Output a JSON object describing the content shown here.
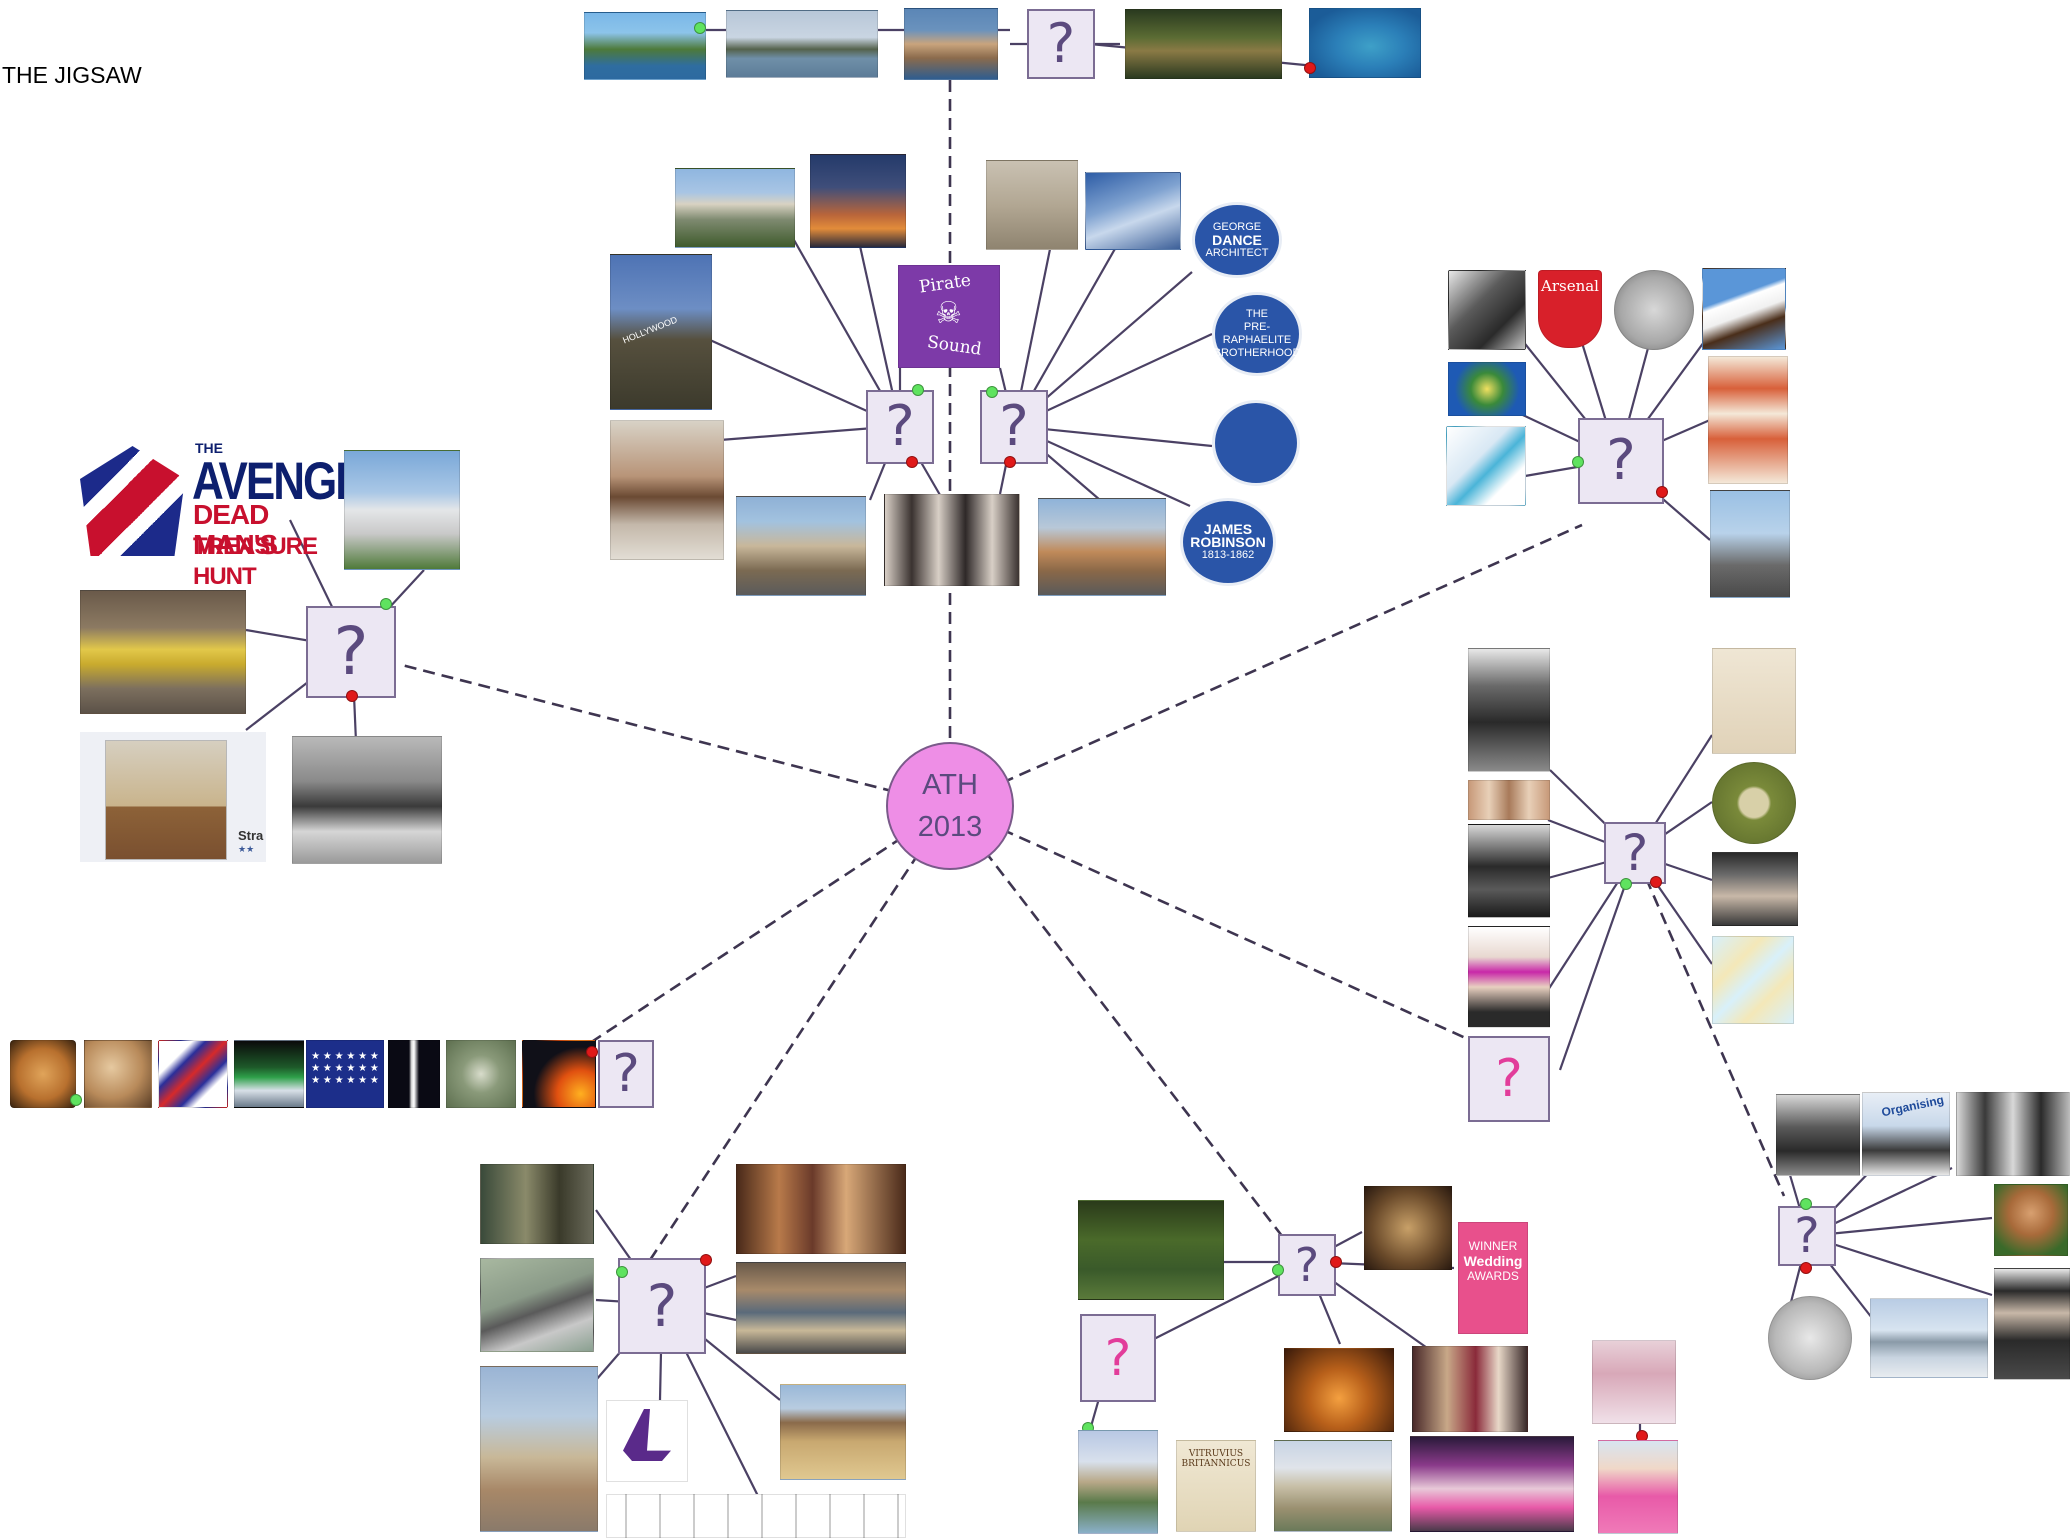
{
  "page_title": "THE JIGSAW",
  "hub": {
    "line1": "ATH",
    "line2": "2013"
  },
  "question_mark": "?",
  "avengers_logo": {
    "line1": "THE",
    "line2": "AVENGERS",
    "line3": "DEAD MAN'S",
    "line4": "TREASURE HUNT"
  },
  "pirate_logo": {
    "top": "Pirate",
    "bottom": "Sound"
  },
  "plaques": {
    "george_dance": {
      "line1": "GEORGE",
      "line2": "DANCE",
      "line3": "ARCHITECT"
    },
    "pre_raphaelite": {
      "line1": "THE",
      "line2": "PRE-RAPHAELITE",
      "line3": "BROTHERHOOD"
    },
    "james_robinson": {
      "line1": "JAMES",
      "line2": "ROBINSON",
      "line3": "1813-1862"
    }
  },
  "arsenal_crest": "Arsenal",
  "vitruvius_book": {
    "line1": "VITRUVIUS",
    "line2": "BRITANNICUS"
  },
  "wedding_badge": {
    "line1": "WINNER",
    "line2": "Wedding",
    "line3": "AWARDS"
  },
  "organising_sign": "Organising",
  "hollywood_sign": "HOLLYWOOD",
  "facebook_snippet": {
    "text": "Stra",
    "stars": "★★"
  },
  "colors": {
    "hub_fill": "#ee8ee6",
    "box_fill": "#ece7f3",
    "box_border": "#7b6c93",
    "connector_start": "#5fe35f",
    "connector_end": "#e01919",
    "link_line": "#3e3550"
  }
}
